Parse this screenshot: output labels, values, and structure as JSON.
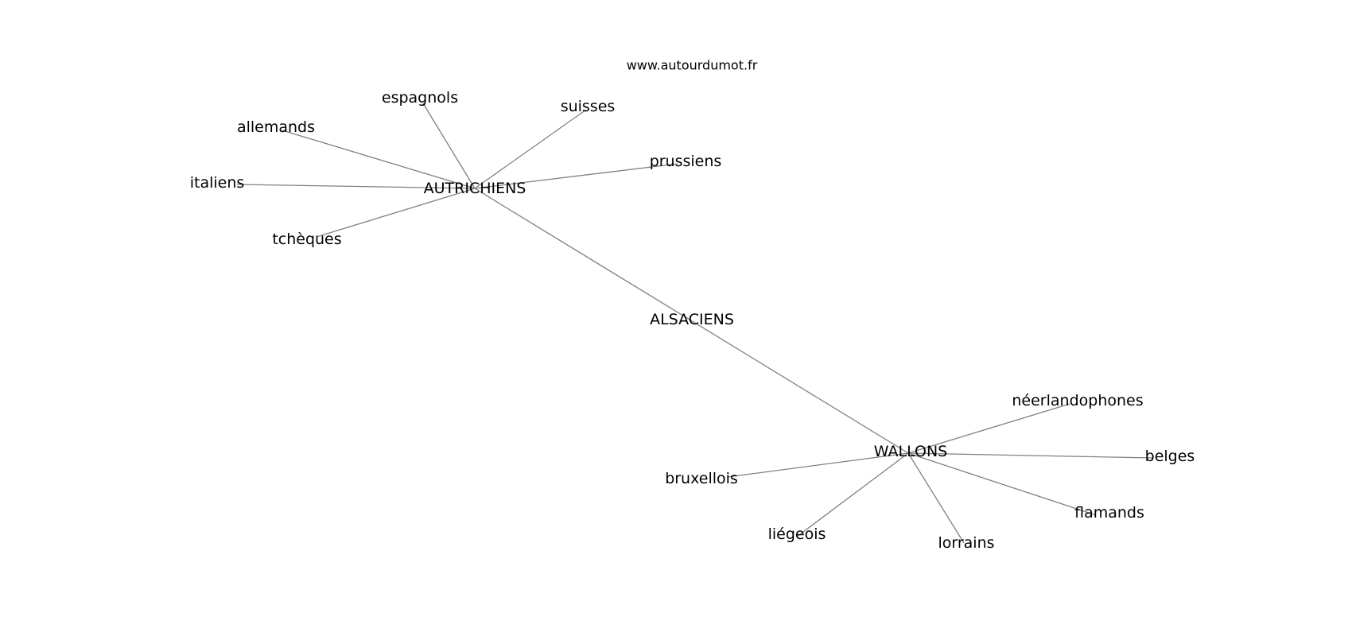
{
  "watermark": "www.autourdumot.fr",
  "nodes": {
    "autrichiens": "AUTRICHIENS",
    "alsaciens": "ALSACIENS",
    "wallons": "WALLONS",
    "espagnols": "espagnols",
    "suisses": "suisses",
    "allemands": "allemands",
    "prussiens": "prussiens",
    "italiens": "italiens",
    "tcheques": "tchèques",
    "neerlandophones": "néerlandophones",
    "belges": "belges",
    "bruxellois": "bruxellois",
    "flamands": "flamands",
    "liegeois": "liégeois",
    "lorrains": "lorrains"
  },
  "edges": [
    [
      "autrichiens",
      "wallons"
    ],
    [
      "autrichiens",
      "espagnols"
    ],
    [
      "autrichiens",
      "suisses"
    ],
    [
      "autrichiens",
      "allemands"
    ],
    [
      "autrichiens",
      "prussiens"
    ],
    [
      "autrichiens",
      "italiens"
    ],
    [
      "autrichiens",
      "tcheques"
    ],
    [
      "wallons",
      "neerlandophones"
    ],
    [
      "wallons",
      "belges"
    ],
    [
      "wallons",
      "bruxellois"
    ],
    [
      "wallons",
      "flamands"
    ],
    [
      "wallons",
      "liegeois"
    ],
    [
      "wallons",
      "lorrains"
    ]
  ]
}
